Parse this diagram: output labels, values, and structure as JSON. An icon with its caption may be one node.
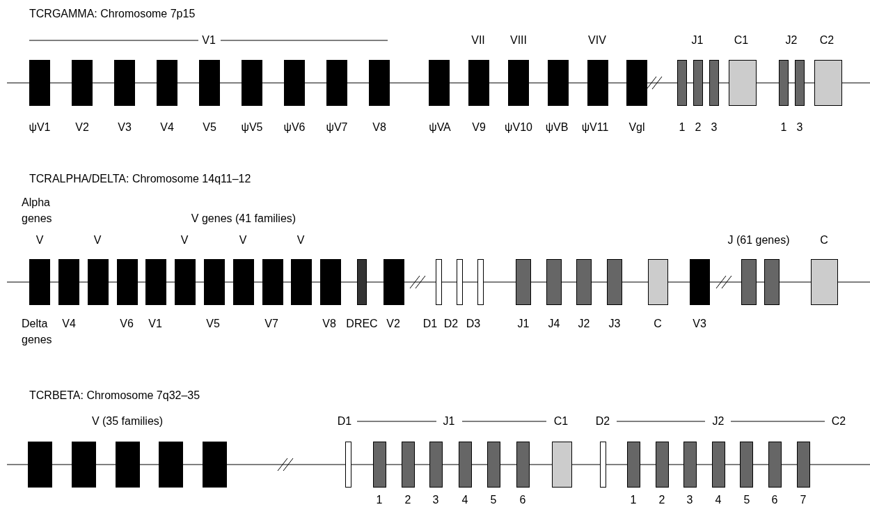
{
  "diagram": {
    "nodes": [
      {
        "text": [],
        "shape": "box"
      },
      {
        "text": [],
        "shape": "box"
      },
      {
        "text": [],
        "shape": "box"
      },
      {
        "text": [],
        "shape": "box"
      },
      {
        "text": [],
        "shape": "box"
      },
      {
        "text": [],
        "shape": "box"
      },
      {
        "text": [],
        "shape": "box"
      },
      {
        "text": [],
        "shape": "box"
      },
      {
        "text": [],
        "shape": "box"
      },
      {
        "text": [],
        "shape": "box"
      },
      {
        "text": [],
        "shape": "box"
      },
      {
        "text": [],
        "shape": "box"
      },
      {
        "text": [],
        "shape": "box"
      },
      {
        "text": [],
        "shape": "box"
      },
      {
        "text": [],
        "shape": "box"
      },
      {
        "text": [],
        "shape": "box"
      },
      {
        "text": [],
        "shape": "box"
      },
      {
        "text": [],
        "shape": "box"
      },
      {
        "text": [],
        "shape": "box"
      },
      {
        "text": [],
        "shape": "box"
      },
      {
        "text": [],
        "shape": "box"
      },
      {
        "text": [],
        "shape": "box"
      },
      {
        "text": [],
        "shape": "box"
      },
      {
        "text": [],
        "shape": "box"
      },
      {
        "text": [],
        "shape": "box"
      },
      {
        "text": [],
        "shape": "box"
      },
      {
        "text": [],
        "shape": "box"
      },
      {
        "text": [],
        "shape": "box"
      },
      {
        "text": [],
        "shape": "box"
      },
      {
        "text": [],
        "shape": "box"
      },
      {
        "text": [],
        "shape": "box"
      },
      {
        "text": [],
        "shape": "box"
      },
      {
        "text": [],
        "shape": "box"
      },
      {
        "text": [],
        "shape": "box"
      },
      {
        "text": [],
        "shape": "box"
      },
      {
        "text": [],
        "shape": "box"
      },
      {
        "text": [],
        "shape": "box"
      },
      {
        "text": [],
        "shape": "box"
      },
      {
        "text": [],
        "shape": "box"
      },
      {
        "text": [],
        "shape": "box"
      },
      {
        "text": [],
        "shape": "box"
      },
      {
        "text": [],
        "shape": "box"
      },
      {
        "text": [],
        "shape": "box"
      },
      {
        "text": [],
        "shape": "box"
      },
      {
        "text": [],
        "shape": "box"
      },
      {
        "text": [],
        "shape": "box"
      },
      {
        "text": [],
        "shape": "box"
      },
      {
        "text": [],
        "shape": "box"
      },
      {
        "text": [],
        "shape": "box"
      },
      {
        "text": [],
        "shape": "box"
      },
      {
        "text": [],
        "shape": "box"
      },
      {
        "text": [],
        "shape": "box"
      },
      {
        "text": [],
        "shape": "box"
      },
      {
        "text": [],
        "shape": "box"
      },
      {
        "text": [],
        "shape": "box"
      },
      {
        "text": [],
        "shape": "box"
      },
      {
        "text": [],
        "shape": "box"
      },
      {
        "text": [],
        "shape": "box"
      },
      {
        "text": [],
        "shape": "box"
      },
      {
        "text": [],
        "shape": "box"
      },
      {
        "text": [],
        "shape": "box"
      },
      {
        "text": [],
        "shape": "box"
      },
      {
        "text": [],
        "shape": "box"
      },
      {
        "text": [],
        "shape": "box"
      },
      {
        "text": [],
        "shape": "box"
      },
      {
        "text": [],
        "shape": "box"
      },
      {
        "text": [],
        "shape": "box"
      },
      {
        "text": [],
        "shape": "box"
      }
    ],
    "labels": [
      "TCRGAMMA: Chromosome 7p15",
      "V1",
      "VII",
      "VIII",
      "VIV",
      "J1",
      "C1",
      "J2",
      "C2",
      "ψV1",
      "V2",
      "V3",
      "V4",
      "V5",
      "ψV5",
      "ψV6",
      "ψV7",
      "V8",
      "ψVA",
      "V9",
      "ψV10",
      "ψVB",
      "ψV11",
      "Vgl",
      "1",
      "2",
      "3",
      "1",
      "3",
      "TCRALPHA/DELTA: Chromosome 14q11–12",
      "Alpha genes",
      "V genes (41 families)",
      "V",
      "V",
      "V",
      "V",
      "V",
      "J (61 genes)",
      "C",
      "Delta genes",
      "V4",
      "V6",
      "V1",
      "V5",
      "V7",
      "V8",
      "DREC",
      "V2",
      "D1",
      "D2",
      "D3",
      "J1",
      "J4",
      "J2",
      "J3",
      "C",
      "V3",
      "TCRBETA: Chromosome 7q32–35",
      "V (35 families)",
      "D1",
      "J1",
      "C1",
      "D2",
      "J2",
      "C2",
      "1",
      "2",
      "3",
      "4",
      "5",
      "6",
      "1",
      "2",
      "3",
      "4",
      "5",
      "6",
      "7"
    ]
  }
}
